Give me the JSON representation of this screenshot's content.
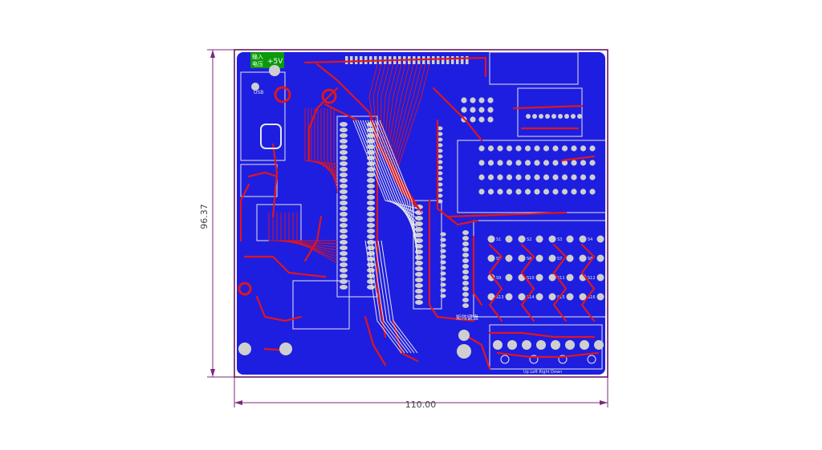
{
  "dimensions": {
    "height_label": "96.37",
    "width_label": "110.00"
  },
  "board": {
    "power_label_line1": "输入",
    "power_label_line2": "电压",
    "power_value": "+5V",
    "silkscreen": {
      "usb": "USB",
      "matrix_keys": "矩阵键盘",
      "buttons": "Up Left Right Down",
      "key_labels": [
        "S1",
        "S2",
        "S3",
        "S4",
        "S5",
        "S6",
        "S7",
        "S8",
        "S9",
        "S10",
        "S11",
        "S12",
        "S13",
        "S14",
        "S15",
        "S16"
      ]
    }
  },
  "colors": {
    "board": "#1e1ee0",
    "top_copper": "#e0161c",
    "silkscreen": "#e6e6e6",
    "outline": "#5a0a5a",
    "dimension": "#7a2a7a",
    "pad": "#cfcfcf",
    "green_silk": "#0a9a0a"
  }
}
